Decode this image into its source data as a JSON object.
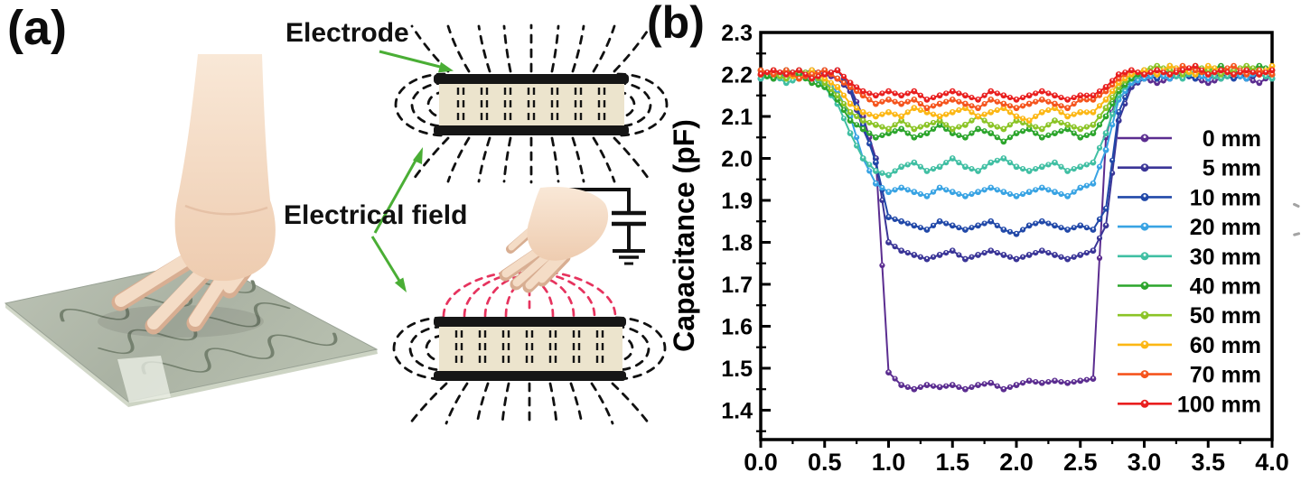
{
  "figure": {
    "panel_a": {
      "label": "(a)",
      "electrode_label": "Electrode",
      "electrical_field_label": "Electrical field"
    },
    "panel_b": {
      "label": "(b)"
    }
  },
  "chart_data": {
    "type": "line",
    "title": "",
    "xlabel": "",
    "ylabel": "Capacitance (pF)",
    "xlim": [
      0.0,
      4.0
    ],
    "ylim": [
      1.33,
      2.3
    ],
    "x_ticks": [
      "0.0",
      "0.5",
      "1.0",
      "1.5",
      "2.0",
      "2.5",
      "3.0",
      "3.5",
      "4.0"
    ],
    "y_ticks": [
      "1.4",
      "1.5",
      "1.6",
      "1.7",
      "1.8",
      "1.9",
      "2.0",
      "2.1",
      "2.2",
      "2.3"
    ],
    "x_minor_step": 0.25,
    "y_minor_step": 0.05,
    "grid": false,
    "legend_position": "inside-right",
    "marker": "bead-circle",
    "x": [
      0.0,
      0.1,
      0.2,
      0.3,
      0.4,
      0.5,
      0.6,
      0.7,
      0.8,
      0.9,
      1.0,
      1.1,
      1.2,
      1.3,
      1.4,
      1.5,
      1.6,
      1.7,
      1.8,
      1.9,
      2.0,
      2.1,
      2.2,
      2.3,
      2.4,
      2.5,
      2.6,
      2.7,
      2.8,
      2.9,
      3.0,
      3.1,
      3.2,
      3.3,
      3.4,
      3.5,
      3.6,
      3.7,
      3.8,
      3.9,
      4.0
    ],
    "series": [
      {
        "name": "0 mm",
        "color": "#5b2d90",
        "values": [
          2.2,
          2.21,
          2.19,
          2.2,
          2.21,
          2.2,
          2.19,
          2.17,
          2.1,
          2.0,
          1.49,
          1.46,
          1.45,
          1.46,
          1.455,
          1.46,
          1.45,
          1.46,
          1.465,
          1.45,
          1.46,
          1.47,
          1.465,
          1.47,
          1.465,
          1.47,
          1.475,
          2.05,
          2.17,
          2.18,
          2.19,
          2.18,
          2.19,
          2.2,
          2.19,
          2.18,
          2.19,
          2.2,
          2.19,
          2.18,
          2.2
        ]
      },
      {
        "name": "5 mm",
        "color": "#3a3597",
        "values": [
          2.19,
          2.2,
          2.21,
          2.19,
          2.2,
          2.21,
          2.19,
          2.16,
          2.07,
          2.0,
          1.8,
          1.78,
          1.77,
          1.76,
          1.77,
          1.78,
          1.76,
          1.77,
          1.78,
          1.77,
          1.76,
          1.77,
          1.78,
          1.77,
          1.76,
          1.77,
          1.78,
          1.84,
          2.09,
          2.17,
          2.19,
          2.2,
          2.19,
          2.21,
          2.2,
          2.19,
          2.2,
          2.21,
          2.19,
          2.2,
          2.19
        ]
      },
      {
        "name": "10 mm",
        "color": "#2148a8",
        "values": [
          2.21,
          2.19,
          2.2,
          2.21,
          2.19,
          2.2,
          2.21,
          2.17,
          2.08,
          1.99,
          1.86,
          1.85,
          1.84,
          1.83,
          1.85,
          1.84,
          1.83,
          1.84,
          1.85,
          1.83,
          1.82,
          1.84,
          1.85,
          1.84,
          1.83,
          1.84,
          1.83,
          1.88,
          2.11,
          2.18,
          2.2,
          2.19,
          2.21,
          2.2,
          2.19,
          2.21,
          2.2,
          2.19,
          2.2,
          2.21,
          2.2
        ]
      },
      {
        "name": "20 mm",
        "color": "#38a3e3",
        "values": [
          2.2,
          2.21,
          2.19,
          2.2,
          2.19,
          2.18,
          2.16,
          2.1,
          2.0,
          1.94,
          1.92,
          1.93,
          1.92,
          1.91,
          1.93,
          1.92,
          1.91,
          1.92,
          1.93,
          1.92,
          1.91,
          1.92,
          1.93,
          1.92,
          1.91,
          1.93,
          1.94,
          2.02,
          2.14,
          2.18,
          2.19,
          2.2,
          2.19,
          2.21,
          2.2,
          2.19,
          2.21,
          2.2,
          2.19,
          2.21,
          2.2
        ]
      },
      {
        "name": "30 mm",
        "color": "#40bfa3",
        "values": [
          2.19,
          2.2,
          2.18,
          2.19,
          2.2,
          2.17,
          2.13,
          2.06,
          2.0,
          1.97,
          1.96,
          1.98,
          1.99,
          1.97,
          1.98,
          2.0,
          1.98,
          1.97,
          1.99,
          2.0,
          1.98,
          1.97,
          1.98,
          1.99,
          1.97,
          1.98,
          1.99,
          2.06,
          2.15,
          2.19,
          2.2,
          2.21,
          2.2,
          2.19,
          2.21,
          2.2,
          2.19,
          2.2,
          2.21,
          2.2,
          2.19
        ]
      },
      {
        "name": "40 mm",
        "color": "#2ca52c",
        "values": [
          2.2,
          2.19,
          2.21,
          2.2,
          2.18,
          2.17,
          2.14,
          2.09,
          2.07,
          2.05,
          2.06,
          2.07,
          2.05,
          2.06,
          2.08,
          2.06,
          2.05,
          2.07,
          2.06,
          2.04,
          2.06,
          2.07,
          2.05,
          2.06,
          2.07,
          2.05,
          2.06,
          2.1,
          2.16,
          2.19,
          2.21,
          2.2,
          2.22,
          2.21,
          2.2,
          2.21,
          2.22,
          2.2,
          2.21,
          2.22,
          2.21
        ]
      },
      {
        "name": "50 mm",
        "color": "#8bc426",
        "values": [
          2.21,
          2.2,
          2.19,
          2.21,
          2.2,
          2.18,
          2.15,
          2.11,
          2.09,
          2.08,
          2.07,
          2.09,
          2.07,
          2.08,
          2.09,
          2.07,
          2.08,
          2.1,
          2.08,
          2.07,
          2.09,
          2.08,
          2.07,
          2.09,
          2.08,
          2.07,
          2.08,
          2.12,
          2.17,
          2.2,
          2.21,
          2.22,
          2.21,
          2.2,
          2.22,
          2.21,
          2.2,
          2.21,
          2.22,
          2.21,
          2.2
        ]
      },
      {
        "name": "60 mm",
        "color": "#fcb714",
        "values": [
          2.2,
          2.21,
          2.2,
          2.19,
          2.21,
          2.19,
          2.17,
          2.13,
          2.11,
          2.1,
          2.11,
          2.1,
          2.12,
          2.11,
          2.1,
          2.11,
          2.12,
          2.1,
          2.11,
          2.12,
          2.1,
          2.09,
          2.11,
          2.12,
          2.1,
          2.11,
          2.11,
          2.14,
          2.18,
          2.2,
          2.21,
          2.2,
          2.22,
          2.21,
          2.2,
          2.22,
          2.21,
          2.2,
          2.21,
          2.2,
          2.22
        ]
      },
      {
        "name": "70 mm",
        "color": "#f5541d",
        "values": [
          2.21,
          2.2,
          2.21,
          2.19,
          2.2,
          2.21,
          2.19,
          2.17,
          2.15,
          2.13,
          2.14,
          2.13,
          2.14,
          2.12,
          2.13,
          2.14,
          2.13,
          2.12,
          2.14,
          2.13,
          2.12,
          2.13,
          2.14,
          2.13,
          2.12,
          2.14,
          2.14,
          2.16,
          2.19,
          2.21,
          2.2,
          2.21,
          2.2,
          2.22,
          2.21,
          2.2,
          2.21,
          2.22,
          2.2,
          2.21,
          2.2
        ]
      },
      {
        "name": "100 mm",
        "color": "#e91f1f",
        "values": [
          2.2,
          2.21,
          2.2,
          2.21,
          2.19,
          2.2,
          2.21,
          2.18,
          2.16,
          2.15,
          2.16,
          2.15,
          2.16,
          2.14,
          2.15,
          2.16,
          2.15,
          2.14,
          2.16,
          2.15,
          2.14,
          2.15,
          2.16,
          2.15,
          2.14,
          2.15,
          2.15,
          2.17,
          2.2,
          2.21,
          2.2,
          2.21,
          2.2,
          2.21,
          2.22,
          2.2,
          2.21,
          2.2,
          2.21,
          2.2,
          2.21
        ]
      }
    ]
  }
}
